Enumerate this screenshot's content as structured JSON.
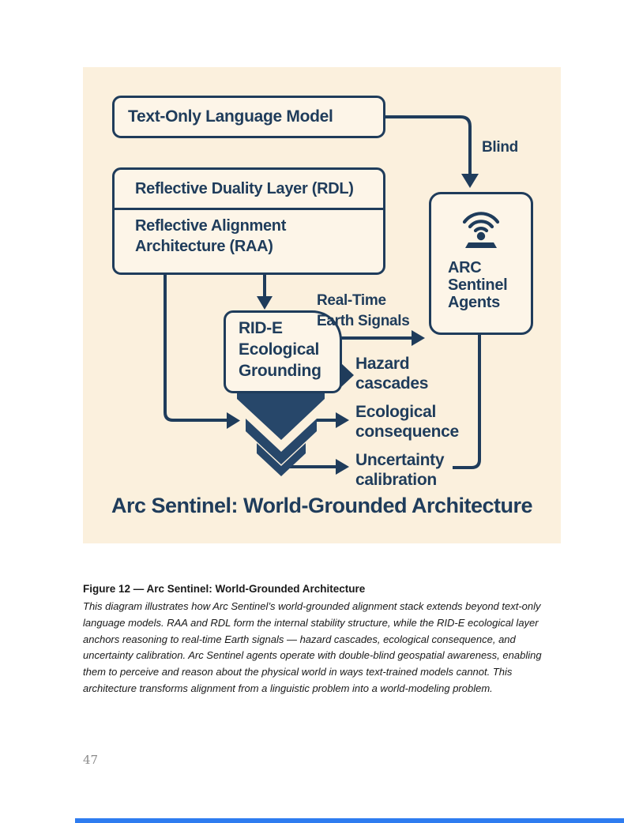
{
  "colors": {
    "ink": "#1f3c5b",
    "funnel": "#27476a",
    "panel_bg": "#fbf0dd",
    "box_fill": "#fdf5e8",
    "accent": "#2e7cf0",
    "caption_text": "#191919",
    "page_number_gray": "#8c8c8c"
  },
  "diagram": {
    "boxes": {
      "text_only": {
        "label": "Text-Only Language Model"
      },
      "rdl": {
        "label": "Reflective Duality Layer (RDL)"
      },
      "raa": {
        "label": "Reflective Alignment Architecture (RAA)"
      },
      "ride": {
        "lines": [
          "RID-E",
          "Ecological",
          "Grounding"
        ]
      },
      "arc": {
        "lines": [
          "ARC",
          "Sentinel",
          "Agents"
        ],
        "icon": "signal-antenna-icon"
      }
    },
    "labels": {
      "blind": "Blind",
      "rte": [
        "Real-Time",
        "Earth Signals"
      ],
      "hazard": [
        "Hazard",
        "cascades"
      ],
      "eco": [
        "Ecological",
        "consequence"
      ],
      "unc": [
        "Uncertainty",
        "calibration"
      ]
    },
    "title": "Arc Sentinel: World-Grounded Architecture"
  },
  "caption": {
    "heading": "Figure 12 — Arc Sentinel: World-Grounded Architecture",
    "body": "This diagram illustrates how Arc Sentinel’s world-grounded alignment stack extends beyond text-only language models. RAA and RDL form the internal stability structure, while the RID-E ecological layer anchors reasoning to real-time Earth signals — hazard cascades, ecological consequence, and uncertainty calibration. Arc Sentinel agents operate with double-blind geospatial awareness, enabling them to perceive and reason about the physical world in ways text-trained models cannot. This architecture transforms alignment from a linguistic problem into a world-modeling problem."
  },
  "footer": {
    "page_number": "47"
  }
}
